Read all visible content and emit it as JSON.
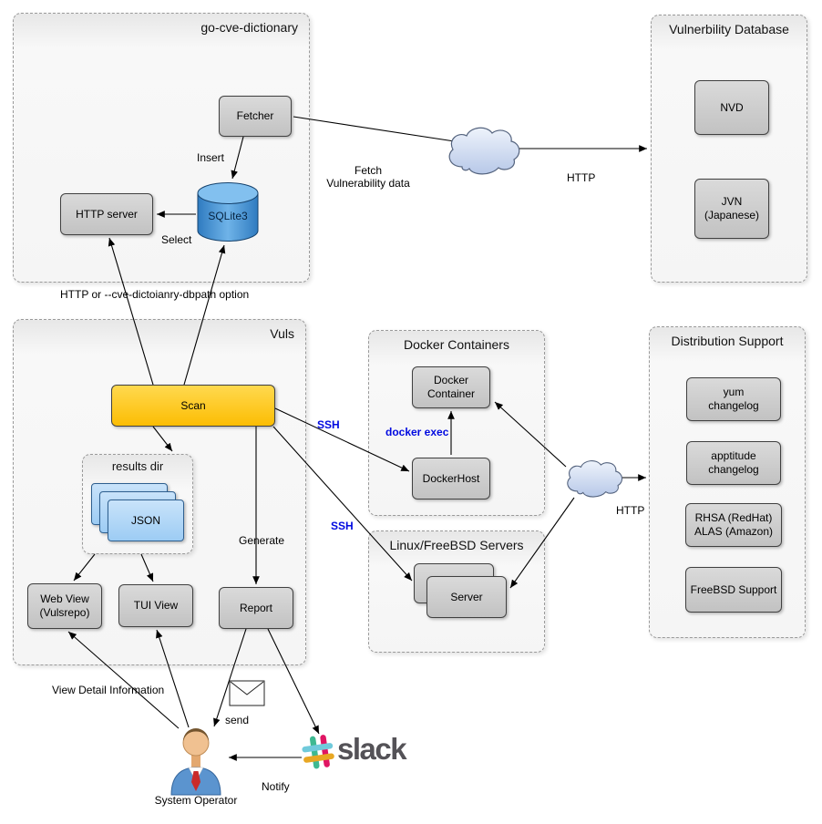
{
  "colors": {
    "scan_fill": "#FFC90E",
    "node_fill": "#CCCCCC",
    "json_fill": "#A9D3F5",
    "cylinder_fill": "#3F8FD6",
    "cloud_fill": "#C4D2EC",
    "link_text_blue": "#0009E0",
    "slack_text": "#545257"
  },
  "go_cve_dictionary": {
    "title": "go-cve-dictionary",
    "fetcher": "Fetcher",
    "http_server": "HTTP server",
    "sqlite": "SQLite3",
    "insert": "Insert",
    "select": "Select"
  },
  "vulnerability_database": {
    "title": "Vulnerbility Database",
    "nvd": "NVD",
    "jvn": "JVN\n(Japanese)"
  },
  "vuls": {
    "title": "Vuls",
    "scan": "Scan",
    "results_dir_title": "results dir",
    "json": "JSON",
    "web_view": "Web View\n(Vulsrepo)",
    "tui_view": "TUI View",
    "report": "Report",
    "generate": "Generate"
  },
  "docker_containers": {
    "title": "Docker Containers",
    "docker_container": "Docker\nContainer",
    "docker_host": "DockerHost",
    "docker_exec": "docker exec"
  },
  "linux_servers": {
    "title": "Linux/FreeBSD Servers",
    "server": "Server"
  },
  "distribution_support": {
    "title": "Distribution Support",
    "items": [
      "yum\nchangelog",
      "apptitude\nchangelog",
      "RHSA (RedHat)\nALAS (Amazon)",
      "FreeBSD Support"
    ]
  },
  "edges": {
    "fetch_vulnerability_data": "Fetch\nVulnerability data",
    "http_to_vulndb": "HTTP",
    "http_or_dbpath": "HTTP or --cve-dictoianry-dbpath option",
    "ssh_docker": "SSH",
    "ssh_servers": "SSH",
    "http_distribution": "HTTP",
    "send": "send",
    "notify": "Notify",
    "view_detail": "View Detail Information"
  },
  "actors": {
    "system_operator": "System Operator",
    "slack": "slack"
  }
}
